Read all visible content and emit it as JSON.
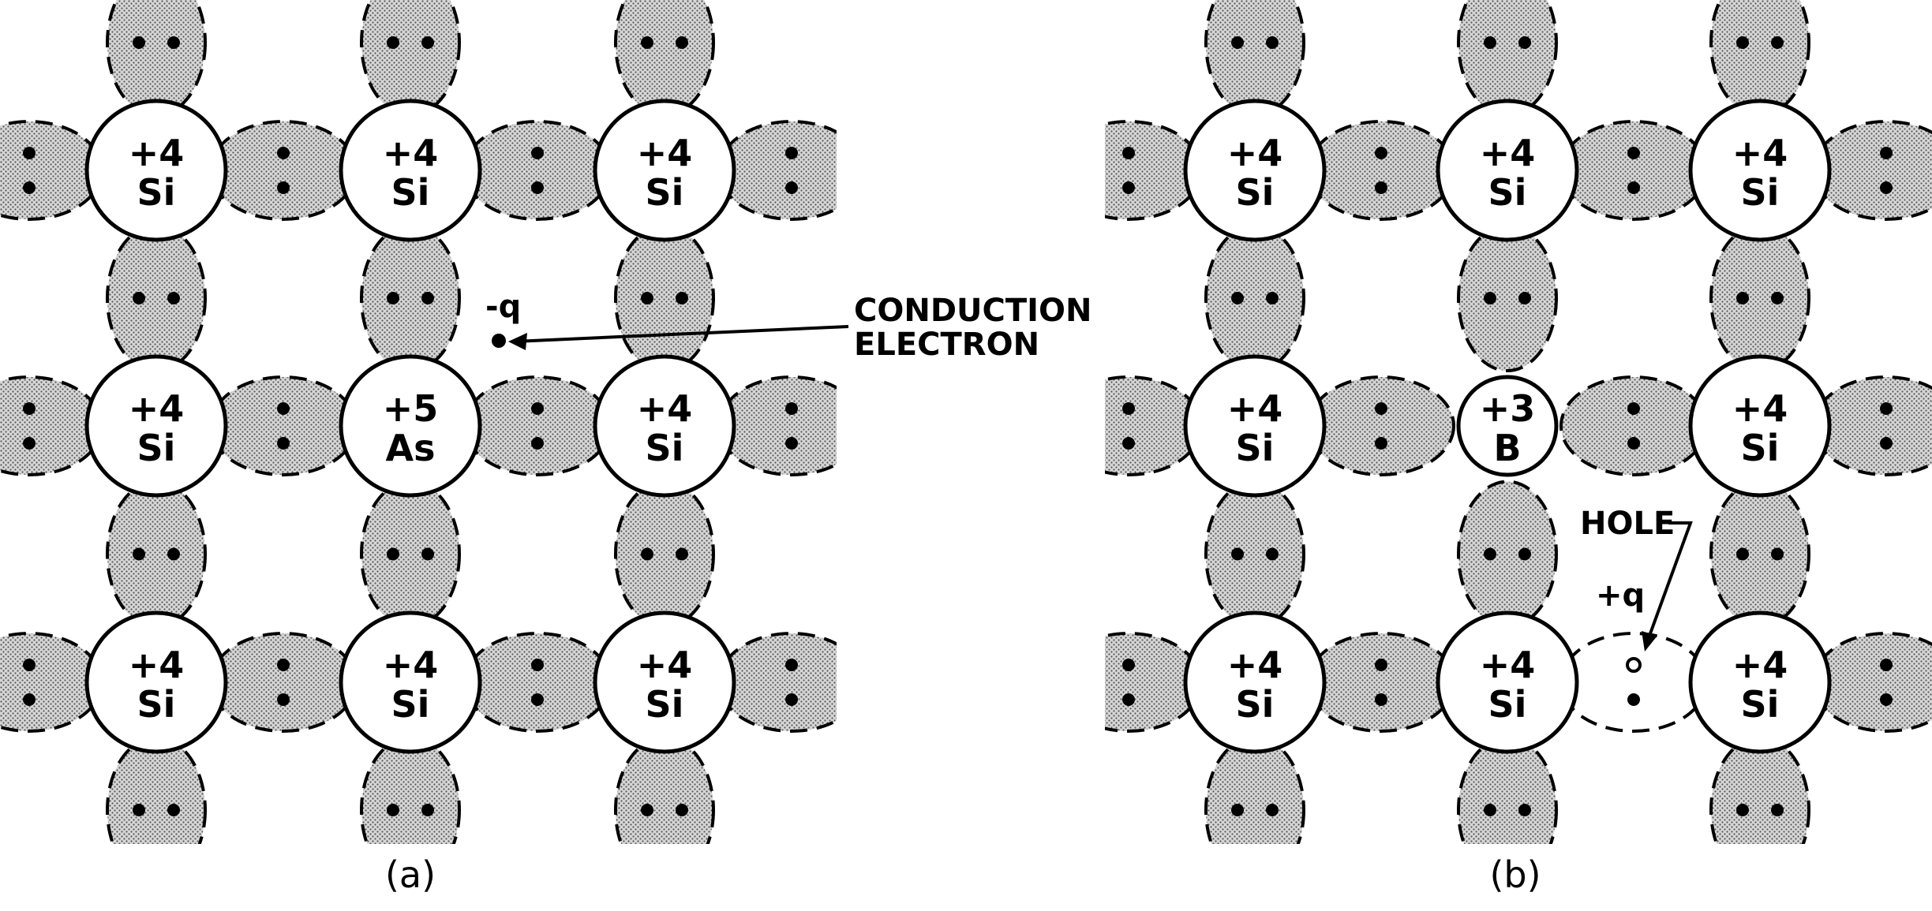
{
  "colors": {
    "bond_fill": "#cfcfcf",
    "line": "#000000",
    "background": "#ffffff"
  },
  "panels": [
    {
      "caption": "(a)",
      "atoms": [
        {
          "charge": "+4",
          "symbol": "Si"
        },
        {
          "charge": "+4",
          "symbol": "Si"
        },
        {
          "charge": "+4",
          "symbol": "Si"
        },
        {
          "charge": "+4",
          "symbol": "Si"
        },
        {
          "charge": "+5",
          "symbol": "As"
        },
        {
          "charge": "+4",
          "symbol": "Si"
        },
        {
          "charge": "+4",
          "symbol": "Si"
        },
        {
          "charge": "+4",
          "symbol": "Si"
        },
        {
          "charge": "+4",
          "symbol": "Si"
        }
      ],
      "charge_label": "-q",
      "annotation": [
        "CONDUCTION",
        "ELECTRON"
      ]
    },
    {
      "caption": "(b)",
      "atoms": [
        {
          "charge": "+4",
          "symbol": "Si"
        },
        {
          "charge": "+4",
          "symbol": "Si"
        },
        {
          "charge": "+4",
          "symbol": "Si"
        },
        {
          "charge": "+4",
          "symbol": "Si"
        },
        {
          "charge": "+3",
          "symbol": "B"
        },
        {
          "charge": "+4",
          "symbol": "Si"
        },
        {
          "charge": "+4",
          "symbol": "Si"
        },
        {
          "charge": "+4",
          "symbol": "Si"
        },
        {
          "charge": "+4",
          "symbol": "Si"
        }
      ],
      "charge_label": "+q",
      "annotation": [
        "HOLE"
      ]
    }
  ]
}
